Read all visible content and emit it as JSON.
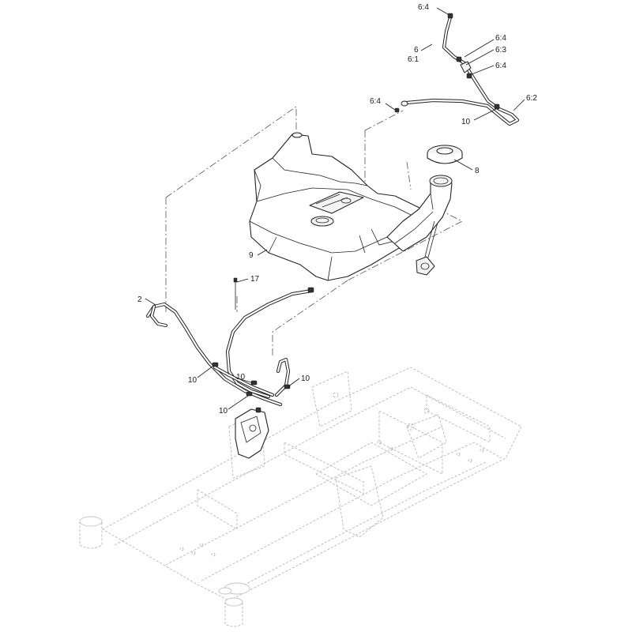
{
  "diagram": {
    "callouts": [
      {
        "id": "c-6-4-top",
        "text": "6:4"
      },
      {
        "id": "c-6",
        "text": "6"
      },
      {
        "id": "c-6-1",
        "text": "6:1"
      },
      {
        "id": "c-6-4-a",
        "text": "6:4"
      },
      {
        "id": "c-6-3",
        "text": "6:3"
      },
      {
        "id": "c-6-4-b",
        "text": "6:4"
      },
      {
        "id": "c-6-4-left",
        "text": "6:4"
      },
      {
        "id": "c-6-2",
        "text": "6:2"
      },
      {
        "id": "c-10-top",
        "text": "10"
      },
      {
        "id": "c-8",
        "text": "8"
      },
      {
        "id": "c-9",
        "text": "9"
      },
      {
        "id": "c-17",
        "text": "17"
      },
      {
        "id": "c-2",
        "text": "2"
      },
      {
        "id": "c-10-a",
        "text": "10"
      },
      {
        "id": "c-10-b",
        "text": "10"
      },
      {
        "id": "c-10-c",
        "text": "10"
      },
      {
        "id": "c-10-d",
        "text": "10"
      }
    ]
  }
}
